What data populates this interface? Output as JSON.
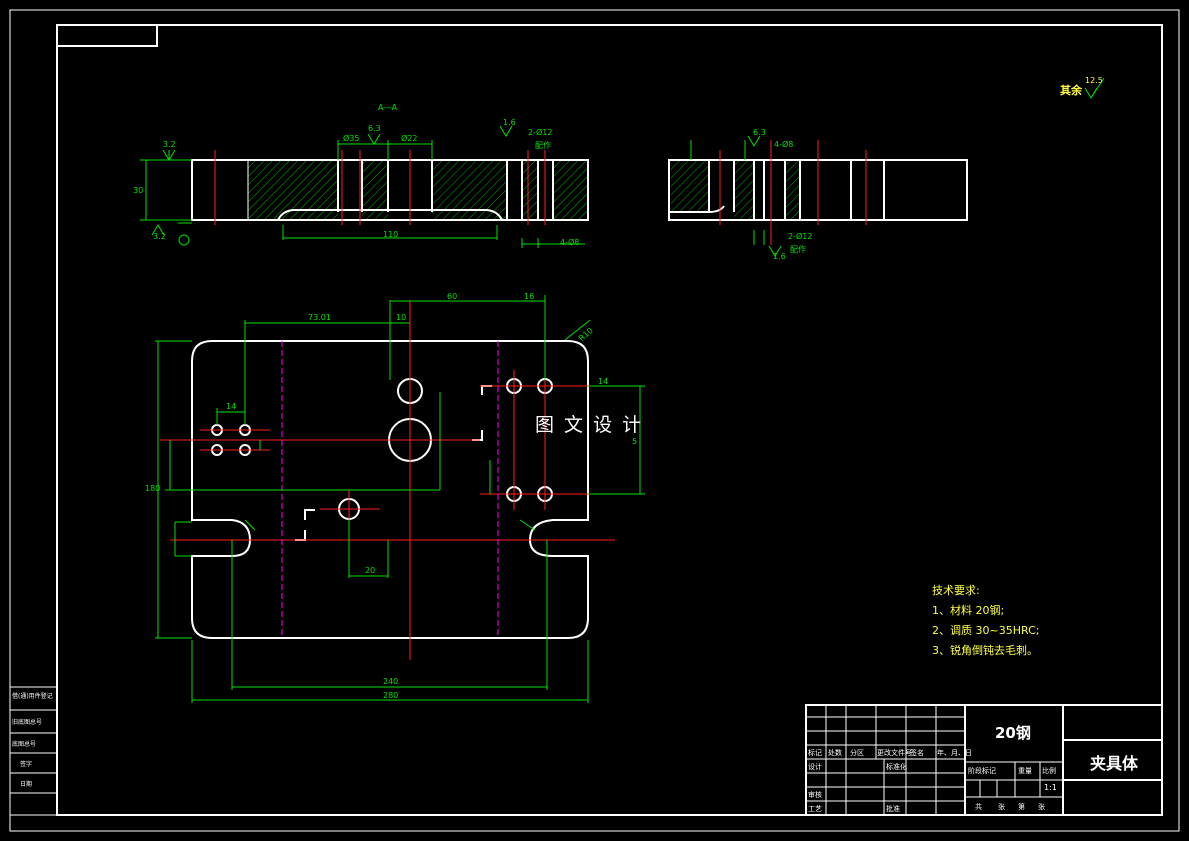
{
  "drawing": {
    "section_label": "A—A",
    "material_big": "20钢",
    "part_name": "夹具体",
    "watermark": "图 文 设 计",
    "roughness_other": "其余",
    "roughness_other_value": "12.5"
  },
  "tech_requirements": {
    "title": "技术要求:",
    "items": [
      "1、材料 20钢;",
      "2、调质 30~35HRC;",
      "3、锐角倒钝去毛刺。"
    ]
  },
  "dimensions": {
    "d_73_01": "73.01",
    "d_10": "10",
    "d_60": "60",
    "d_16": "16",
    "d_14": "14",
    "d_14b": "14",
    "d_240": "240",
    "d_280": "280",
    "d_20": "20",
    "d_110": "110",
    "d_30": "30",
    "d_180": "180",
    "d_5": "5",
    "d_6_3": "6.3",
    "d_3_2": "3.2",
    "d_1_6": "1.6",
    "d_phi22": "Ø22",
    "d_phi35": "Ø35",
    "holes_2": "2-Ø12",
    "holes_4": "4-Ø8",
    "peizuo": "配作",
    "ratio": "1:1",
    "d_R10": "R10"
  },
  "title_block": {
    "row_labels": [
      "标记",
      "处数",
      "分区",
      "更改文件号",
      "签名",
      "年、月、日"
    ],
    "left_labels": [
      "设计",
      "标准化",
      "审核",
      "工艺",
      "批准"
    ],
    "stage_labels": [
      "阶段标记",
      "重量",
      "比例"
    ],
    "sheet_labels": [
      "共",
      "张",
      "第",
      "张"
    ]
  },
  "side_table": {
    "rows": [
      "借(通)用件登记",
      "旧底图总号",
      "底图总号",
      "签字",
      "日期"
    ]
  }
}
